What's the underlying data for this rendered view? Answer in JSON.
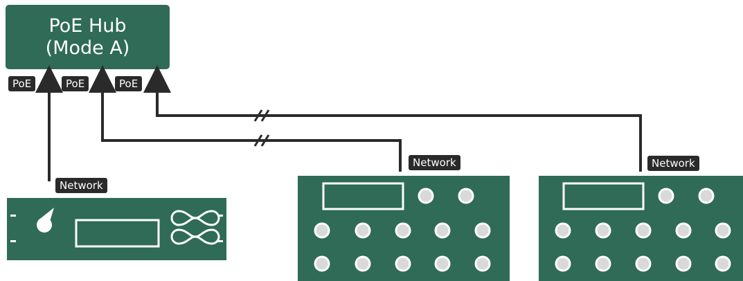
{
  "hub": {
    "line1": "PoE Hub",
    "line2": "(Mode A)"
  },
  "port_labels": [
    "PoE",
    "PoE",
    "PoE"
  ],
  "network_labels": [
    "Network",
    "Network",
    "Network"
  ],
  "colors": {
    "device": "#2f6b57",
    "line": "#2a2a2a",
    "knob": "#d9d9d9",
    "label_bg": "#2a2a2a"
  }
}
